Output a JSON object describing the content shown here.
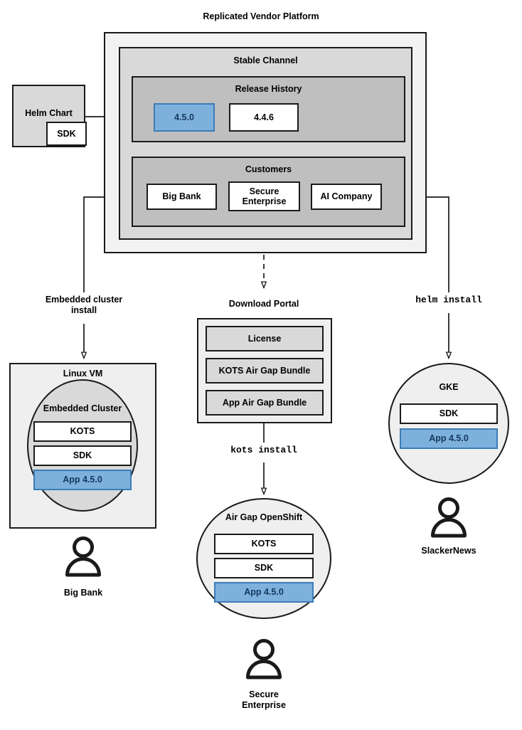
{
  "diagram": {
    "title": "Replicated Vendor Platform",
    "platform": {
      "channel_title": "Stable Channel",
      "release_history": {
        "title": "Release History",
        "releases": [
          {
            "version": "4.5.0",
            "highlighted": true
          },
          {
            "version": "4.4.6",
            "highlighted": false
          }
        ]
      },
      "customers": {
        "title": "Customers",
        "items": [
          {
            "name": "Big Bank"
          },
          {
            "name": "Secure\nEnterprise"
          },
          {
            "name": "AI Company"
          }
        ]
      }
    },
    "source": {
      "title": "Helm Chart",
      "component": "SDK"
    },
    "download_portal": {
      "title": "Download Portal",
      "artifacts": [
        "License",
        "KOTS Air Gap Bundle",
        "App Air Gap Bundle"
      ]
    },
    "install_paths": [
      {
        "id": "embedded",
        "label": "Embedded cluster\ninstall",
        "mono": false
      },
      {
        "id": "kots",
        "label": "kots install",
        "mono": true
      },
      {
        "id": "helm",
        "label": "helm install",
        "mono": true
      }
    ],
    "targets": [
      {
        "id": "linux-vm",
        "title": "Linux VM",
        "inner_title": "Embedded Cluster",
        "components": [
          {
            "label": "KOTS",
            "highlighted": false
          },
          {
            "label": "SDK",
            "highlighted": false
          },
          {
            "label": "App 4.5.0",
            "highlighted": true
          }
        ],
        "persona": "Big Bank"
      },
      {
        "id": "air-gap-openshift",
        "title": "Air Gap OpenShift",
        "components": [
          {
            "label": "KOTS",
            "highlighted": false
          },
          {
            "label": "SDK",
            "highlighted": false
          },
          {
            "label": "App 4.5.0",
            "highlighted": true
          }
        ],
        "persona": "Secure\nEnterprise"
      },
      {
        "id": "gke",
        "title": "GKE",
        "components": [
          {
            "label": "SDK",
            "highlighted": false
          },
          {
            "label": "App 4.5.0",
            "highlighted": true
          }
        ],
        "persona": "SlackerNews"
      }
    ],
    "colors": {
      "highlight_fill": "#7eb0dc",
      "highlight_border": "#3a7cb8",
      "highlight_text": "#13385c",
      "stroke": "#1a1a1a",
      "platform_bg": "#f2f2f2",
      "channel_bg": "#d9d9d9",
      "section_bg": "#bfbfbf",
      "surface_bg": "#efefef"
    }
  }
}
